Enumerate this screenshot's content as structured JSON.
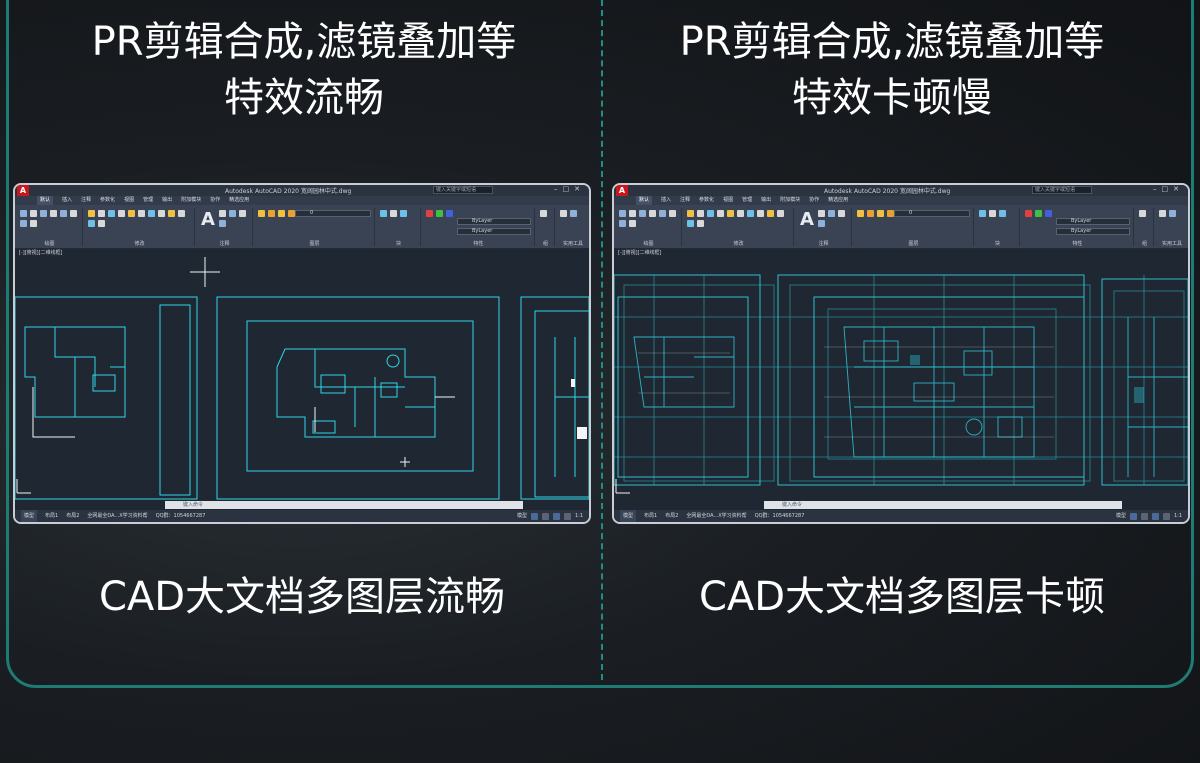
{
  "left_panel": {
    "heading": [
      "PR剪辑合成,滤镜叠加等",
      "特效流畅"
    ],
    "caption": "CAD大文档多图层流畅"
  },
  "right_panel": {
    "heading": [
      "PR剪辑合成,滤镜叠加等",
      "特效卡顿慢"
    ],
    "caption": "CAD大文档多图层卡顿"
  },
  "cad": {
    "app_title": "Autodesk AutoCAD 2020   宽阔园林中式.dwg",
    "search_placeholder": "键入关键字或短语",
    "menu": [
      "默认",
      "插入",
      "注释",
      "参数化",
      "视图",
      "管理",
      "输出",
      "附加模块",
      "协作",
      "精选应用"
    ],
    "groups": [
      "绘图",
      "修改",
      "注释",
      "图层",
      "块",
      "特性",
      "组",
      "实用工具"
    ],
    "layer_value": "ByLayer",
    "view_tab": "[-][俯视][二维线框]",
    "command_placeholder": "键入命令",
    "status_tabs": [
      "模型",
      "布局1",
      "布局2"
    ],
    "status_text": "全网最全DA...X学习资料帮",
    "qq": "QQ群：1054667287",
    "status_model": "模型",
    "status_scale": "1:1"
  },
  "colors": {
    "accent": "#1d7c74",
    "line": "#2fd6e6"
  }
}
